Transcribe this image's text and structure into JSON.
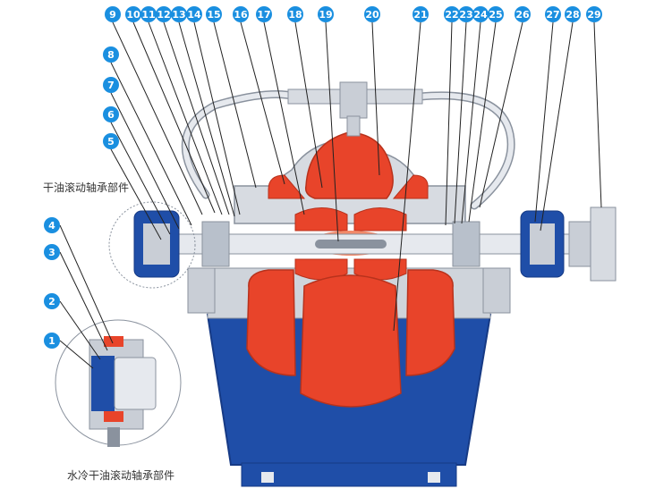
{
  "colors": {
    "callout": "#1a8fe0",
    "callout_text": "#ffffff",
    "leader": "#222222",
    "casing_blue": "#1f4ea8",
    "casing_blue_dark": "#163a85",
    "impeller_red": "#e8442a",
    "impeller_light": "#f28a6a",
    "steel": "#c9ced6",
    "steel_dark": "#8a929e",
    "pipe": "#e6e9ee"
  },
  "labels": {
    "dry_oil_bearing": "干油滚动轴承部件",
    "water_cooled_bearing": "水冷干油滚动轴承部件"
  },
  "top_callouts": [
    "9",
    "10",
    "11",
    "12",
    "13",
    "14",
    "15",
    "16",
    "17",
    "18",
    "19",
    "20",
    "21",
    "22",
    "23",
    "24",
    "25",
    "26",
    "27",
    "28",
    "29"
  ],
  "left_callouts": [
    "8",
    "7",
    "6",
    "5"
  ],
  "lower_left_callouts": [
    "4",
    "3",
    "2",
    "1"
  ]
}
